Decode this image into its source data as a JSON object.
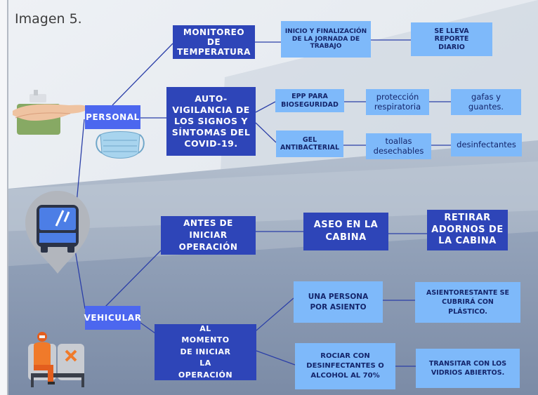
{
  "header": {
    "title": "Imagen 5."
  },
  "personal": {
    "label": "PERSONAL",
    "monitoreo": {
      "label": "MONITOREO DE TEMPERATURA",
      "inicio": "INICIO Y FINALIZACIÓN DE LA JORNADA DE TRABAJO",
      "reporte": "SE LLEVA REPORTE DIARIO"
    },
    "autovigilancia": {
      "label": "AUTO-VIGILANCIA DE LOS SIGNOS Y SÍNTOMAS DEL COVID-19.",
      "epp": "EPP PARA BIOSEGURIDAD",
      "proteccion": "protección respiratoria",
      "gafas": "gafas y guantes.",
      "gel": "GEL ANTIBACTERIAL",
      "toallas": "toallas desechables",
      "desinfectantes": "desinfectantes"
    }
  },
  "vehicular": {
    "label": "VEHICULAR",
    "antes": {
      "label": "ANTES DE INICIAR OPERACIÓN",
      "aseo": "ASEO EN LA CABINA",
      "retirar": "RETIRAR ADORNOS DE LA CABINA"
    },
    "momento": {
      "label": "AL MOMENTO DE INICIAR LA OPERACIÓN",
      "persona": "UNA PERSONA POR ASIENTO",
      "asiento": "ASIENTORESTANTE SE CUBRIRÁ CON PLÁSTICO.",
      "rociar": "ROCIAR CON DESINFECTANTES O ALCOHOL AL 70%",
      "transitar": "TRANSITAR CON LOS VIDRIOS ABIERTOS."
    }
  },
  "colors": {
    "dark_box": "#2e45b8",
    "light_box": "#7eb9fa",
    "mid_box": "#4c67ef",
    "connector": "#2b3fa8"
  }
}
